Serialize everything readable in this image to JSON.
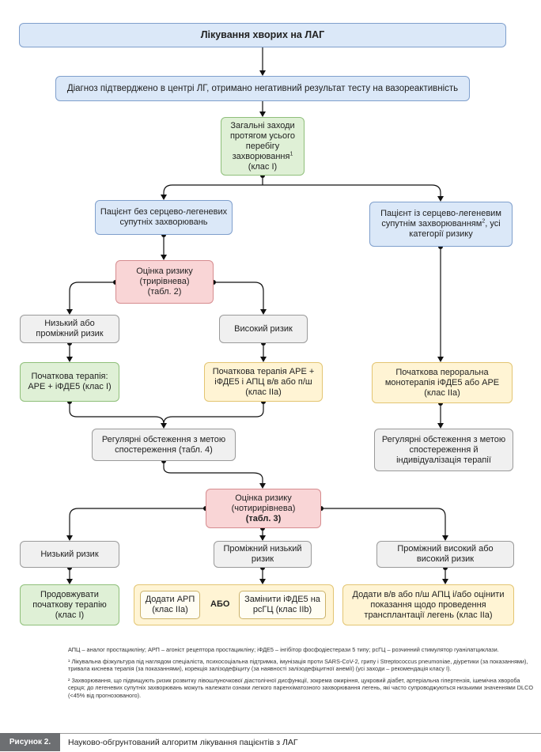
{
  "diagram": {
    "title": "Лікування хворих на ЛАГ",
    "diagnosis": "Діагноз підтверджено в центрі ЛГ, отримано негативний результат тесту на вазореактивність",
    "general_measures": "Загальні заходи протягом усього перебігу захворювання",
    "general_measures_sup": "1",
    "general_measures_class": "(клас I)",
    "patient_no_comorb": "Пацієнт без серцево-легеневих супутніх захворювань",
    "patient_comorb": "Пацієнт із серцево-легеневим супутнім захворюванням",
    "patient_comorb_sup": "2",
    "patient_comorb_tail": ", усі категорії ризику",
    "risk3_line1": "Оцінка ризику",
    "risk3_line2": "(трирівнева)",
    "risk3_line3": "(табл. 2)",
    "low_mid_risk": "Низький або проміжний ризик",
    "high_risk": "Високий ризик",
    "init_therapy_1": "Початкова терапія: АРЕ + іФДЕ5 (клас I)",
    "init_therapy_2": "Початкова терапія АРЕ + іФДЕ5 і АПЦ в/в або п/ш (клас IIa)",
    "init_therapy_3": "Початкова пероральна монотерапія іФДЕ5 або АРЕ (клас IIa)",
    "followup_1": "Регулярні обстеження з метою спостереження (табл. 4)",
    "followup_2": "Регулярні обстеження з метою спостереження й індивідуалізація терапії",
    "risk4_line1": "Оцінка ризику",
    "risk4_line2": "(чотирирівнева)",
    "risk4_line3": "(табл. 3)",
    "low_risk": "Низький ризик",
    "intermediate_risk": "Проміжний низький ризик",
    "high_intermediate_risk": "Проміжний високий або високий ризик",
    "continue_therapy": "Продовжувати початкову терапію (клас I)",
    "add_arp": "Додати АРП (клас IIa)",
    "or_label": "АБО",
    "replace_pde5": "Замінити іФДЕ5 на рсГЦ (клас IIb)",
    "add_apc": "Додати в/в або п/ш АПЦ і/або оцінити показання щодо проведення трансплантації легень (клас IIa)"
  },
  "notes": {
    "abbreviations": "АПЦ – аналог простацикліну; АРП – агоніст рецептора простацикліну; іФДЕ5 – інгібітор фосфодіестерази 5 типу; рсГЦ – розчинний стимулятор гуанілатциклази.",
    "note1": "¹ Лікувальна фізкультура під наглядом спеціаліста, психосоціальна підтримка, імунізація проти SARS-CoV-2, грипу і Streptococcus pneumoniae, діуретики (за показаннями), тривала киснева терапія (за показаннями), корекція залізодефіциту (за наявності залізодефіцитної анемії) (усі заходи – рекомендація класу I).",
    "note2": "² Захворювання, що підвищують ризик розвитку лівошлуночкової діастолічної дисфункції, зокрема ожиріння, цукровий діабет, артеріальна гіпертензія, ішемічна хвороба серця; до легеневих супутніх захворювань можуть належати ознаки легкого паренхіматозного захворювання легень, які часто супроводжуються низькими значеннями DLCO (<45% від прогнозованого)."
  },
  "caption": {
    "label": "Рисунок 2.",
    "text": "Науково-обгрунтований алгоритм лікування пацієнтів з ЛАГ"
  }
}
